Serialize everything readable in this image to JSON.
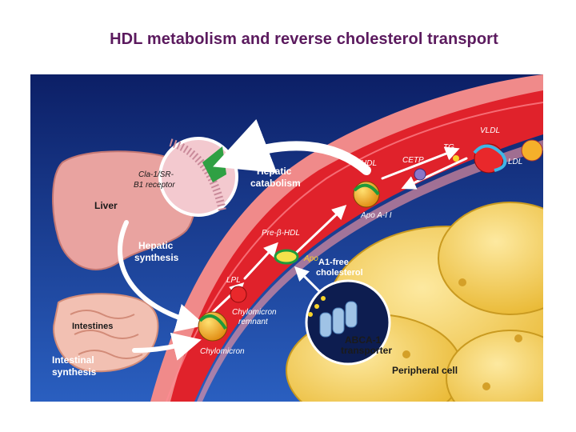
{
  "title": "HDL metabolism and reverse cholesterol transport",
  "labels": {
    "liver": "Liver",
    "receptor_line1": "Cla-1/SR-",
    "receptor_line2": "B1 receptor",
    "hepatic_catabolism_line1": "Hepatic",
    "hepatic_catabolism_line2": "catabolism",
    "hepatic_synthesis_line1": "Hepatic",
    "hepatic_synthesis_line2": "synthesis",
    "intestines": "Intestines",
    "intestinal_synthesis_line1": "Intestinal",
    "intestinal_synthesis_line2": "synthesis",
    "hdl": "HDL",
    "cetp": "CETP",
    "tg": "TG",
    "vldl": "VLDL",
    "ldl": "LDL",
    "apo_a_ii": "Apo A-I I",
    "pre_beta_hdl": "Pre-β-HDL",
    "apo": "Apo",
    "a1_free_line1": "A1-free",
    "a1_free_line2": "cholesterol",
    "lpl": "LPL",
    "chylomicron_remnant_line1": "Chylomicron",
    "chylomicron_remnant_line2": "remnant",
    "chylomicron": "Chylomicron",
    "abca1_line1": "ABCA-1",
    "abca1_line2": "transporter",
    "peripheral_cell": "Peripheral cell"
  },
  "colors": {
    "title": "#5b1a5e",
    "background_blue": "#16338a",
    "vessel_red": "#e0222b",
    "cell_yellow": "#f5d35a",
    "liver_pink": "#e9a3a0",
    "arrow_white": "#ffffff"
  }
}
